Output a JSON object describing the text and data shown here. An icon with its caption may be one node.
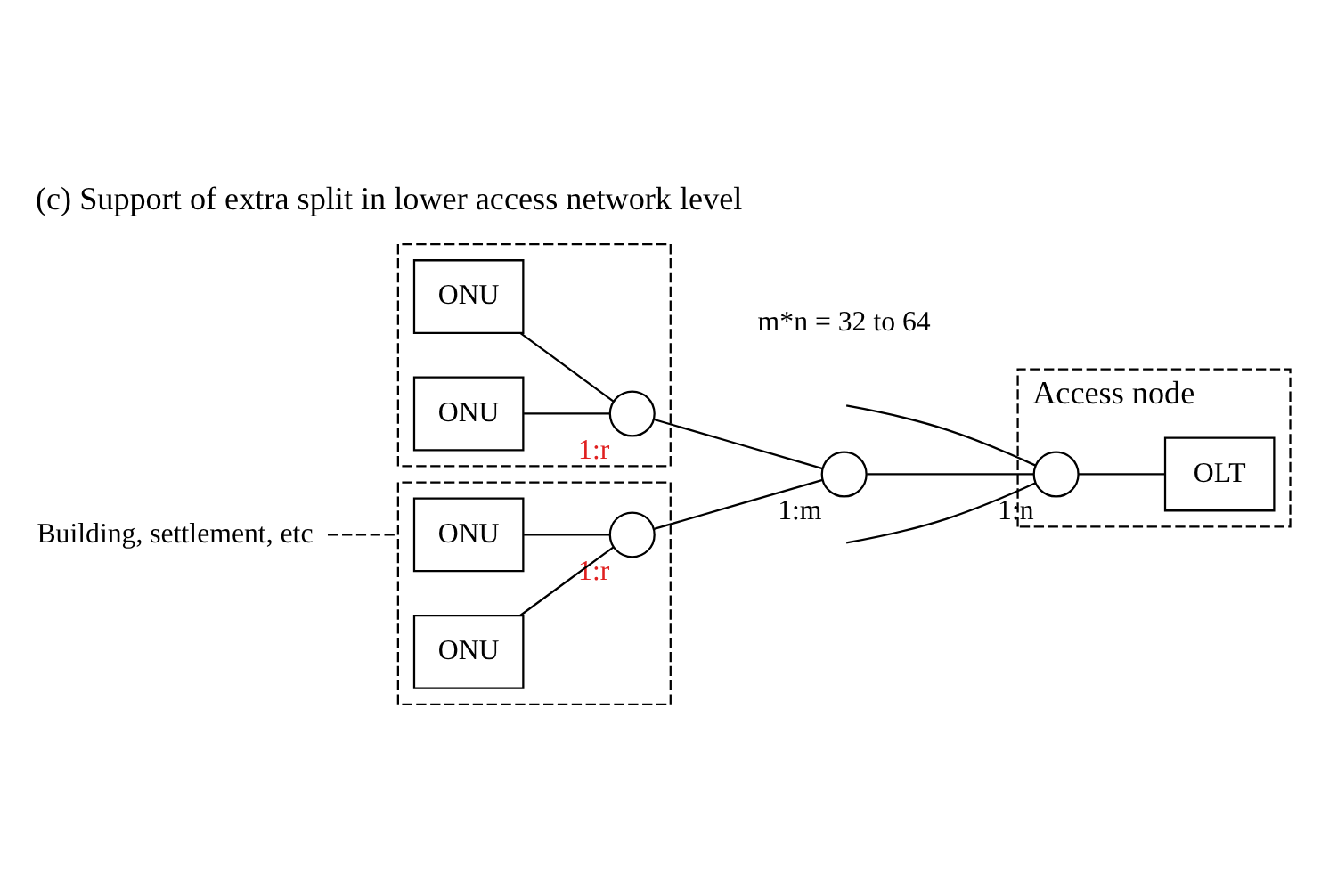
{
  "diagram": {
    "title": "(c) Support of extra split in lower access network level",
    "nodes": [
      {
        "text": [],
        "shape": "box"
      },
      {
        "text": [
          "ONU"
        ],
        "in": 0
      },
      {
        "text": [
          "ONU"
        ],
        "in": 0
      },
      {
        "text": [],
        "shape": "circle",
        "in": 0,
        "beside": [
          "1:r"
        ]
      },
      {
        "text": [],
        "shape": "box"
      },
      {
        "text": [
          "ONU"
        ],
        "in": 4
      },
      {
        "text": [
          "ONU"
        ],
        "in": 4
      },
      {
        "text": [],
        "shape": "circle",
        "in": 4,
        "beside": [
          "1:r"
        ]
      },
      {
        "text": [],
        "shape": "circle",
        "beside": [
          "1:m"
        ]
      },
      {
        "text": [
          "Access node"
        ]
      },
      {
        "text": [],
        "shape": "circle",
        "in": 9,
        "beside": [
          "1:n"
        ]
      },
      {
        "text": [
          "OLT"
        ],
        "in": 9
      },
      {
        "text": [
          "Building, settlement, etc"
        ]
      }
    ],
    "edges": [
      {
        "from": 1,
        "to": 3,
        "arrow": "none"
      },
      {
        "from": 2,
        "to": 3,
        "arrow": "none"
      },
      {
        "from": 5,
        "to": 7,
        "arrow": "none"
      },
      {
        "from": 6,
        "to": 7,
        "arrow": "none"
      },
      {
        "from": 3,
        "to": 8,
        "arrow": "none"
      },
      {
        "from": 7,
        "to": 8,
        "arrow": "none"
      },
      {
        "from": 8,
        "to": 10,
        "arrow": "none"
      },
      {
        "from": null,
        "to": 10,
        "arrow": "none"
      },
      {
        "from": null,
        "to": 10,
        "arrow": "none"
      },
      {
        "from": 10,
        "to": 11,
        "arrow": "none"
      },
      {
        "from": 12,
        "to": 0,
        "arrow": "none",
        "style": "dashed"
      }
    ],
    "labels": [
      "m*n = 32 to 64"
    ]
  }
}
